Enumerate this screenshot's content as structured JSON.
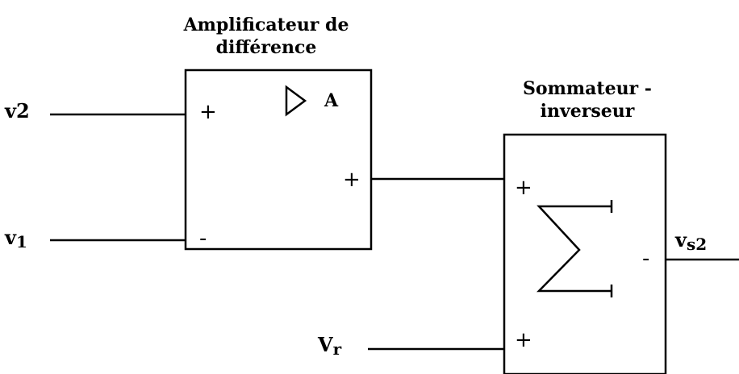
{
  "diff_amp": {
    "title_line1": "Amplificateur de",
    "title_line2": "différence",
    "gain_label": "A",
    "plus_input": "+",
    "minus_input": "-",
    "output_sign": "+"
  },
  "summer": {
    "title_line1": "Sommateur -",
    "title_line2": "inverseur",
    "input1_sign": "+",
    "input2_sign": "+",
    "output_sign": "-",
    "symbol": "sigma"
  },
  "signals": {
    "v2": {
      "base": "v",
      "sub": "2"
    },
    "v1": {
      "base": "v",
      "sub": "1"
    },
    "vr": {
      "base": "V",
      "sub": "r"
    },
    "vs2": {
      "base": "v",
      "sub": "s2"
    }
  }
}
